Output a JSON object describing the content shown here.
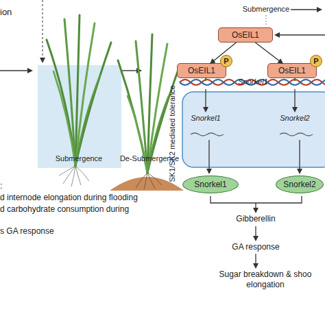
{
  "diagram": {
    "nodes": [
      {
        "text": [
          "OsEIL1"
        ]
      },
      {
        "text": [
          "OsEIL1"
        ]
      },
      {
        "text": [
          "OsEIL1"
        ]
      },
      {
        "text": [
          "P"
        ]
      },
      {
        "text": [
          "P"
        ]
      },
      {
        "text": [
          "Snorkel1"
        ]
      },
      {
        "text": [
          "Snorkel2"
        ]
      }
    ],
    "edges": [
      {
        "from": 0,
        "to": 1,
        "arrow": "to"
      },
      {
        "from": 0,
        "to": 2,
        "arrow": "to"
      }
    ],
    "labels": [
      "ion",
      "Submergence",
      "De-Submergence",
      ":",
      "d internode elongation during flooding",
      "d carbohydrate consumption during",
      "s GA response",
      "Submergence",
      "Snorkel1",
      "SK1/SK2 mediated tolerance",
      "Snorkel1",
      "Snorkel2",
      "Gibberellin",
      "GA response",
      "Sugar breakdown & shoo elongation"
    ]
  }
}
